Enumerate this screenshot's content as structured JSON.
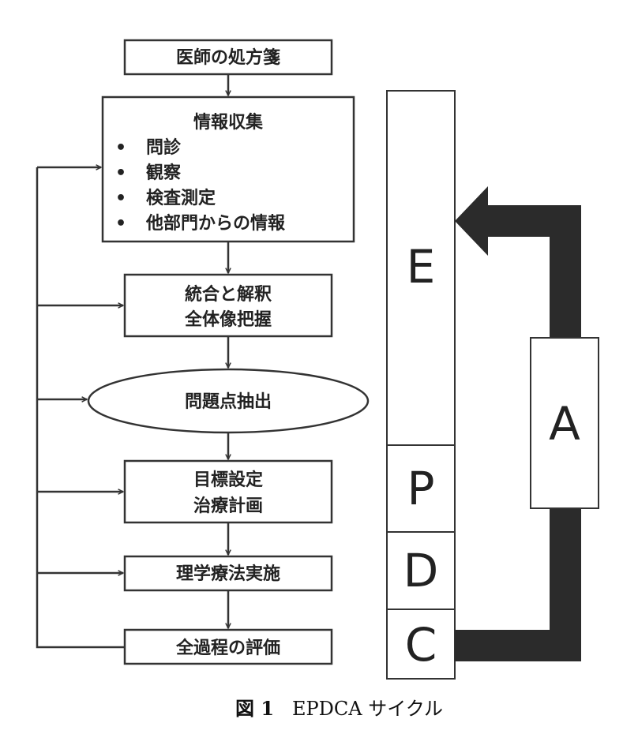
{
  "flow": {
    "prescription": "医師の処方箋",
    "info": {
      "title": "情報収集",
      "bullet": "•",
      "items": [
        "問診",
        "観察",
        "検査測定",
        "他部門からの情報"
      ]
    },
    "integrate": [
      "統合と解釈",
      "全体像把握"
    ],
    "problem": "問題点抽出",
    "goal": [
      "目標設定",
      "治療計画"
    ],
    "therapy": "理学療法実施",
    "evaluation": "全過程の評価"
  },
  "cycle": {
    "E": "E",
    "P": "P",
    "D": "D",
    "C": "C",
    "A": "A",
    "arrow_color": "#2b2b2b"
  },
  "caption": {
    "label": "図 1",
    "text": "EPDCA サイクル"
  }
}
